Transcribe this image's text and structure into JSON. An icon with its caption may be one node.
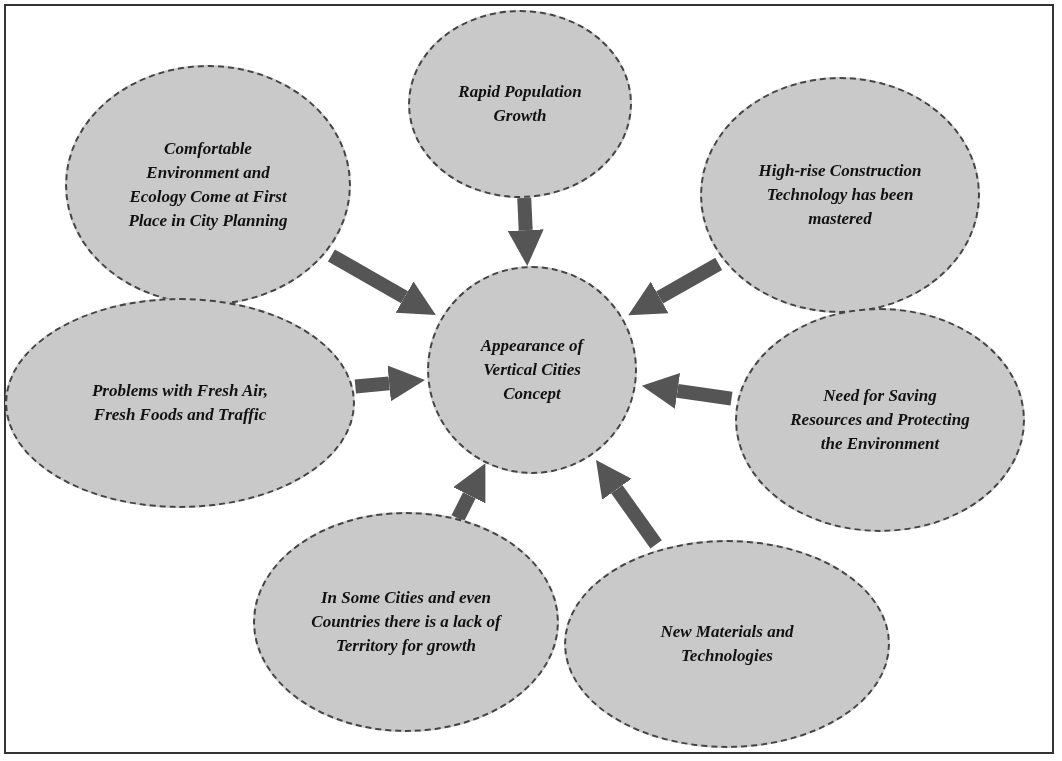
{
  "diagram": {
    "nodes": [
      {
        "text": [
          "Rapid Population Growth"
        ]
      },
      {
        "text": [
          "Comfortable Environment and Ecology Come at First Place in City Planning"
        ]
      },
      {
        "text": [
          "High-rise Construction Technology has been mastered"
        ]
      },
      {
        "text": [
          "Appearance of Vertical Cities Concept"
        ]
      },
      {
        "text": [
          "Problems with Fresh Air, Fresh Foods and Traffic"
        ]
      },
      {
        "text": [
          "Need for Saving Resources and Protecting the Environment"
        ]
      },
      {
        "text": [
          "In Some Cities and even Countries there is a lack of Territory for growth"
        ]
      },
      {
        "text": [
          "New Materials and Technologies"
        ]
      }
    ],
    "edges": [
      {
        "from": 0,
        "to": 3,
        "arrow": "to"
      },
      {
        "from": 1,
        "to": 3,
        "arrow": "to"
      },
      {
        "from": 2,
        "to": 3,
        "arrow": "to"
      },
      {
        "from": 4,
        "to": 3,
        "arrow": "to"
      },
      {
        "from": 5,
        "to": 3,
        "arrow": "to"
      },
      {
        "from": 6,
        "to": 3,
        "arrow": "to"
      },
      {
        "from": 7,
        "to": 3,
        "arrow": "to"
      }
    ]
  }
}
